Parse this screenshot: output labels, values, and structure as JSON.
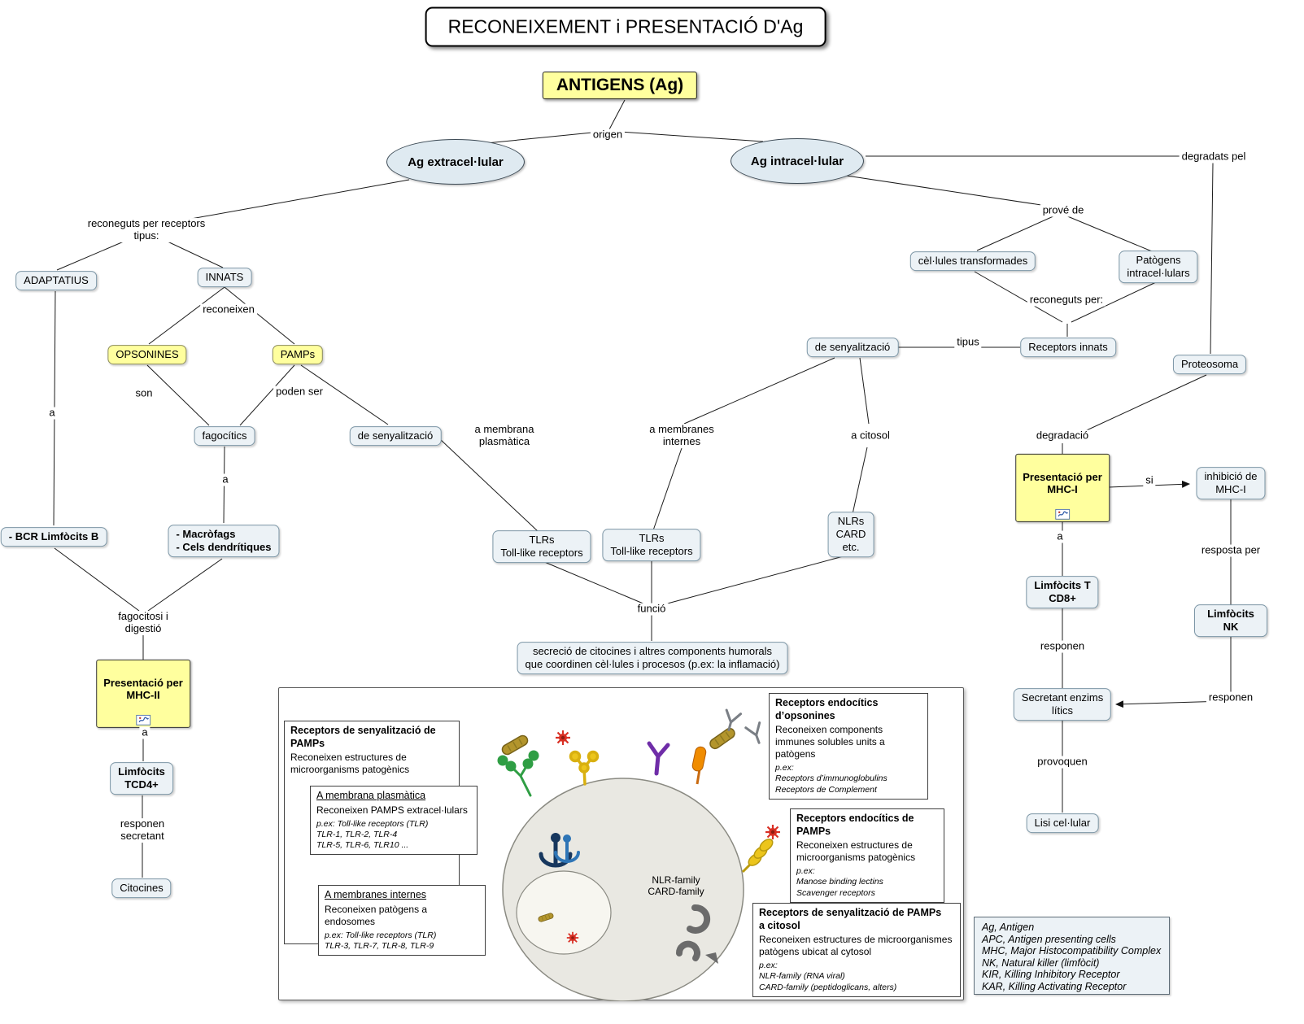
{
  "title": "RECONEIXEMENT i PRESENTACIÓ D'Ag",
  "nodes": {
    "antigens": "ANTIGENS (Ag)",
    "ag_extracellular": "Ag extracel·lular",
    "ag_intracellular": "Ag intracel·lular",
    "adaptatius": "ADAPTATIUS",
    "innats": "INNATS",
    "opsonines": "OPSONINES",
    "pamps": "PAMPs",
    "fagocitics": "fagocítics",
    "senyalitzacio_esq": "de senyalització",
    "bcr_limfocits_b": "- BCR Limfòcits B",
    "macrofags": "- Macròfags\n- Cels dendrítiques",
    "presentacio_mhc2": "Presentació per\nMHC-II",
    "limfocits_tcd4": "Limfòcits\nTCD4+",
    "citocines": "Citocines",
    "tlrs_1": "TLRs\nToll-like receptors",
    "tlrs_2": "TLRs\nToll-like receptors",
    "nlrs": "NLRs\nCARD\netc.",
    "secrecio": "secreció de citocines i altres components humorals\nque coordinen cèl·lules i procesos (p.ex: la inflamació)",
    "cellules_transformades": "cèl·lules transformades",
    "patogens_intracellulars": "Patògens\nintracel·lulars",
    "senyalitzacio_dreta": "de senyalització",
    "receptors_innats": "Receptors innats",
    "proteosoma": "Proteosoma",
    "presentacio_mhc1": "Presentació per\nMHC-I",
    "inhibicio_mhc1": "inhibició de\nMHC-I",
    "limfocits_cd8": "Limfòcits T\nCD8+",
    "limfocits_nk": "Limfòcits NK",
    "secretant_enzims": "Secretant enzims\nlítics",
    "lisi_cellular": "Lisi cel·lular"
  },
  "labels": {
    "origen": "origen",
    "degradats_pel": "degradats pel",
    "reconeguts_tipus": "reconeguts per receptors\ntipus:",
    "reconeixen": "reconeixen",
    "son": "son",
    "poden_ser": "poden ser",
    "a1": "a",
    "a2": "a",
    "a3": "a",
    "a4": "a",
    "a_membrana_plasmatica": "a membrana\nplasmàtica",
    "a_membranes_internes": "a membranes\ninternes",
    "a_citosol": "a citosol",
    "fagocitosi": "fagocitosi i\ndigestió",
    "responen_secretant": "responen\nsecretant",
    "funcio": "funció",
    "prove_de": "prové de",
    "reconeguts_per": "reconeguts per:",
    "tipus": "tipus",
    "degradacio": "degradació",
    "si": "si",
    "resposta_per": "resposta per",
    "responen_1": "responen",
    "responen_2": "responen",
    "provoquen": "provoquen"
  },
  "panel": {
    "senyalitzacio_pamps": {
      "title": "Receptors de senyalització de PAMPs",
      "body": "Reconeixen estructures de\nmicroorganisms patogènics"
    },
    "membrana_plasmatica": {
      "title": "A membrana plasmàtica",
      "body": "Reconeixen PAMPS extracel·lulars",
      "examples": "p.ex: Toll-like receptors (TLR)\nTLR-1, TLR-2, TLR-4\nTLR-5, TLR-6, TLR10 ..."
    },
    "membranes_internes": {
      "title": "A membranes internes",
      "body": "Reconeixen patògens a endosomes",
      "examples": "p.ex: Toll-like receptors (TLR)\nTLR-3, TLR-7, TLR-8, TLR-9"
    },
    "endocitics_opsonines": {
      "title": "Receptors endocítics d’opsonines",
      "body": "Reconeixen components\nimmunes solubles units a\npatògens",
      "examples": "p.ex:\nReceptors d’immunoglobulins\nReceptors de Complement"
    },
    "endocitics_pamps": {
      "title": "Receptors endocítics de PAMPs",
      "body": "Reconeixen estructures de\nmicroorganisms patogènics",
      "examples": "p.ex:\nManose binding lectins\nScavenger receptors"
    },
    "senyalitzacio_citosol": {
      "title": "Receptors de senyalització de PAMPs\na citosol",
      "body": "Reconeixen estructures de microorganismes\npatògens ubicat al cytosol",
      "examples": "p.ex:\nNLR-family (RNA viral)\nCARD-family (peptidoglicans, alters)"
    },
    "cell_label": "NLR-family\nCARD-family"
  },
  "legend": [
    "Ag, Antigen",
    "APC, Antigen presenting cells",
    "MHC, Major Histocompatibility Complex",
    "NK, Natural killer (limfòcit)",
    "KIR, Killing Inhibitory Receptor",
    "KAR, Killing Activating Receptor"
  ]
}
